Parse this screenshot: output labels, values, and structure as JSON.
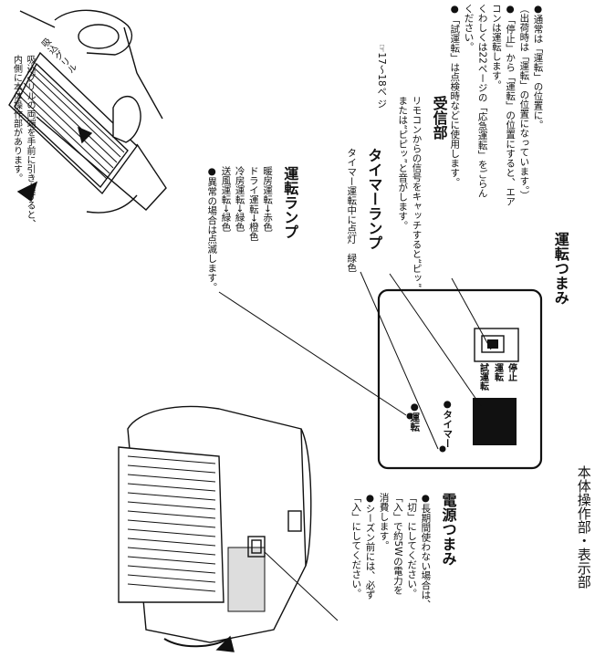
{
  "title": "本体操作部・表示部",
  "grille_note": [
    "吸込グリルの両端を手前に引き上げると、",
    "内側に本体操作部があります。"
  ],
  "grille_label": "吸込グリル",
  "run_lamp": {
    "heading": "運転ランプ",
    "items": [
      "暖房運転→赤色",
      "ドライ運転→橙色",
      "冷房運転→緑色",
      "送風運転→緑色",
      "●異常の場合は点滅します。"
    ]
  },
  "timer_lamp": {
    "heading": "タイマーランプ",
    "ref": "☞17～18ペ ジ",
    "desc": "タイマー運転中に点灯　緑色"
  },
  "receiver": {
    "heading": "受信部",
    "lines": [
      "リモコンからの信号をキャッチすると“ピッ”",
      "または“ピピッ”と音がします。"
    ]
  },
  "run_knob": {
    "heading": "運転つまみ",
    "lines": [
      "●通常は「運転」の位置に。",
      "（出荷時は「運転」の位置になっています。）",
      "●「停止」から「運転」の位置にすると、エア",
      "コンは運転します。",
      "くわしくは22ページの「応急運転」をごらん",
      "ください。",
      "●「試運転」は点検時などに使用します。"
    ]
  },
  "power_knob": {
    "heading": "電源つまみ",
    "lines": [
      "●長期間使わない場合は、",
      "「切」にしてください。",
      "「入」で約5Wの電力を",
      "消費します。",
      "●シーズン前には、必ず",
      "「入」にしてください。"
    ]
  },
  "panel": {
    "run_label": "●運転",
    "timer_label": "●タイマー",
    "switch_labels": [
      "試運転",
      "運転",
      "停止"
    ]
  }
}
